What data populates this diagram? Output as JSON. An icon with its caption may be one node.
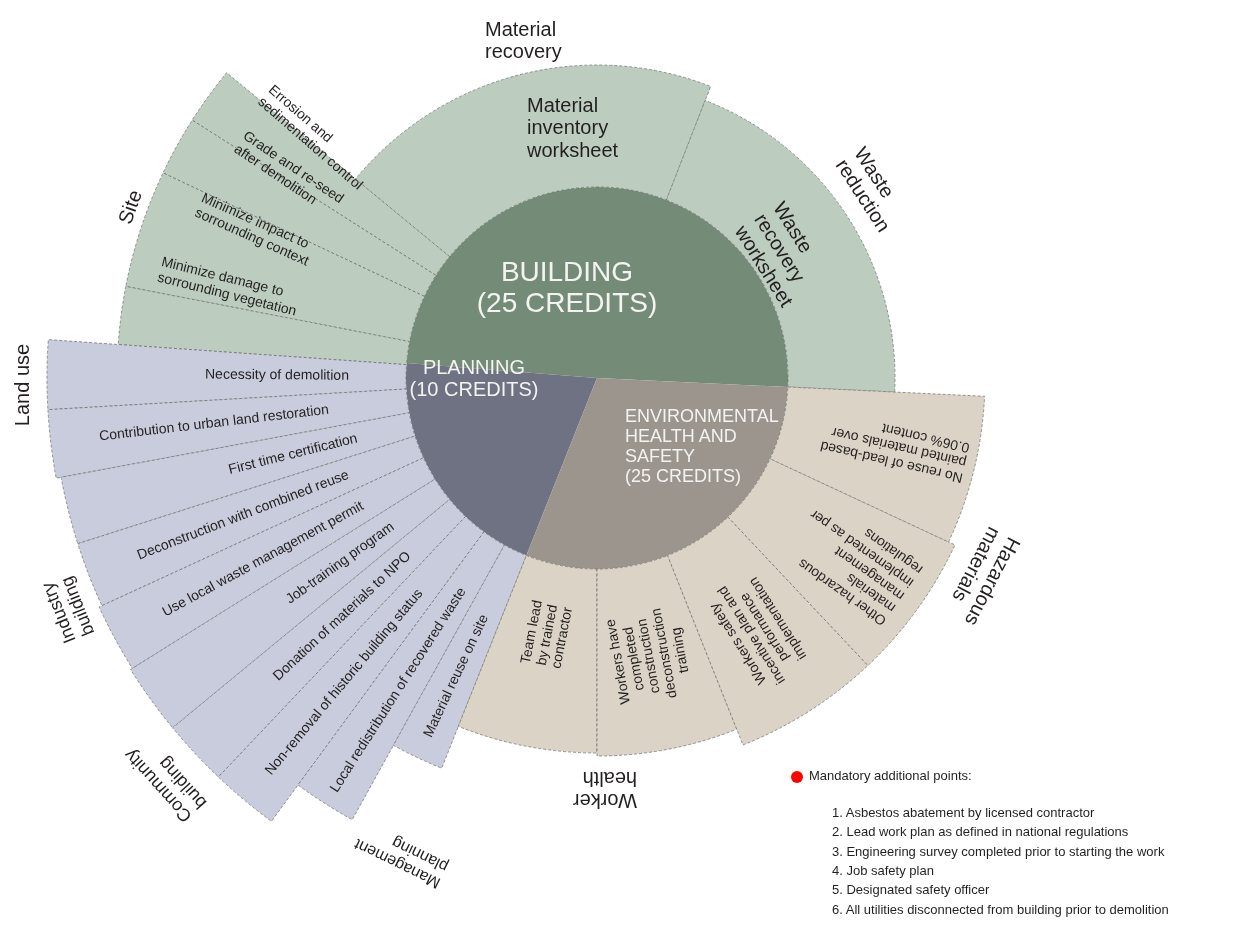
{
  "diagram": {
    "nodes": [
      {
        "text": [
          "BUILDING",
          "(25 CREDITS)"
        ]
      },
      {
        "text": [
          "PLANNING",
          "(10 CREDITS)"
        ]
      },
      {
        "text": [
          "ENVIRONMENTAL HEALTH AND SAFETY",
          "(25 CREDITS)"
        ]
      },
      {
        "text": [
          "Errosion and sedimentation control"
        ]
      },
      {
        "text": [
          "Grade and re-seed after demolition"
        ]
      },
      {
        "text": [
          "Minimize impact to sorrounding context"
        ]
      },
      {
        "text": [
          "Minimize damage to sorrounding vegetation"
        ]
      },
      {
        "text": [
          "Material inventory worksheet"
        ]
      },
      {
        "text": [
          "Waste recovery worksheet"
        ]
      },
      {
        "text": [
          "Necessity of demolition"
        ]
      },
      {
        "text": [
          "Contribution to urban land restoration"
        ]
      },
      {
        "text": [
          "First time certification"
        ]
      },
      {
        "text": [
          "Deconstruction with combined reuse"
        ]
      },
      {
        "text": [
          "Use local waste management permit"
        ]
      },
      {
        "text": [
          "Job-training program"
        ]
      },
      {
        "text": [
          "Donation of materials to NPO"
        ]
      },
      {
        "text": [
          "Non-removal of historic building status"
        ]
      },
      {
        "text": [
          "Local redistribution of recovered waste"
        ]
      },
      {
        "text": [
          "Material reuse on site"
        ]
      },
      {
        "text": [
          "Team lead by trained contractor"
        ]
      },
      {
        "text": [
          "Workers have completed construction deconstruction training"
        ]
      },
      {
        "text": [
          "Workers safety incentive plan and performance implementation"
        ]
      },
      {
        "text": [
          "Other hazardous materials management implemented as per regulations"
        ]
      },
      {
        "text": [
          "No reuse of lead-based painted materials over 0.06% content"
        ]
      }
    ],
    "labels": [
      "Material recovery",
      "Waste reduction",
      "Site",
      "Land use",
      "Industry building",
      "Hazardous materials",
      "Community building",
      "Worker health",
      "Management planning",
      "1. Asbestos abatement by licensed contractor",
      "2. Lead work plan as defined in national regulations",
      "3. Engineering survey completed prior to starting the work",
      "4. Job safety plan",
      "5. Designated safety officer",
      "6. All utilities disconnected from building prior to demolition"
    ],
    "legend": [
      {
        "text": "Mandatory additional points:",
        "color": "#ff0000"
      }
    ]
  }
}
